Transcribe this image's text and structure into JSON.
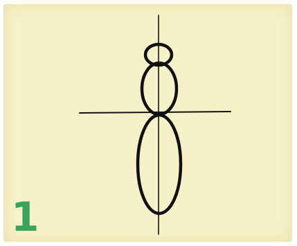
{
  "step_label": "1",
  "colors": {
    "paper": "#f6f1c8",
    "ink": "#111111",
    "step_number": "#3aa35a"
  },
  "figure": {
    "parts": [
      "head-oval",
      "thorax-oval",
      "abdomen-oval",
      "vertical-axis-line",
      "horizontal-axis-line"
    ]
  }
}
